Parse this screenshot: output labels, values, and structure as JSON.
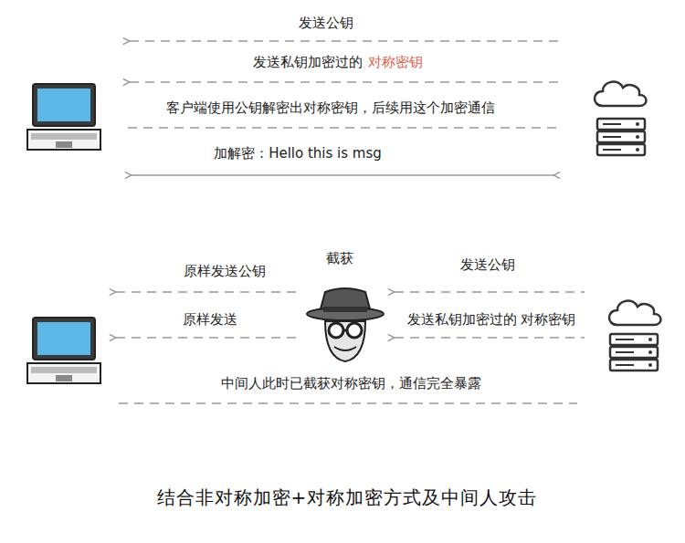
{
  "diagram": {
    "caption": "结合非对称加密+对称加密方式及中间人攻击",
    "labels": [
      "发送公钥",
      "发送私钥加密过的",
      "对称密钥",
      "客户端使用公钥解密出对称密钥，后续用这个加密通信",
      "加解密：Hello this is msg",
      "截获",
      "原样发送公钥",
      "发送公钥",
      "原样发送",
      "发送私钥加密过的 对称密钥",
      "中间人此时已截获对称密钥，通信完全暴露"
    ]
  }
}
